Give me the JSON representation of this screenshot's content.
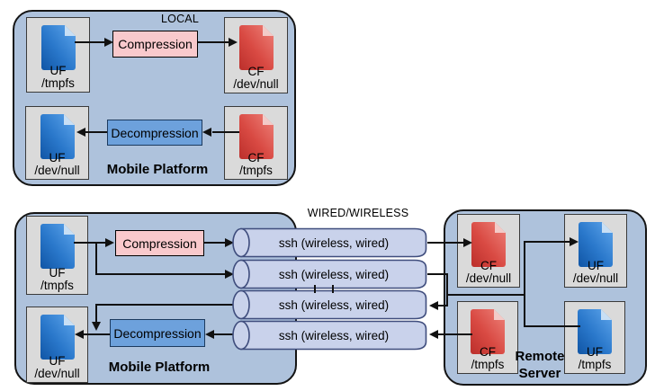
{
  "colors": {
    "container_fill": "#aec2dc",
    "file_box_fill": "#dadada",
    "pipe_fill": "#c9d2eb",
    "pipe_stroke": "#3f4d7d",
    "compression_fill": "#f9c9cc",
    "decompression_fill": "#6da1dc",
    "doc_blue": "#1f6ec2",
    "doc_red": "#cc3a34"
  },
  "local": {
    "title": "LOCAL",
    "platform_label": "Mobile Platform",
    "compression_label": "Compression",
    "decompression_label": "Decompression",
    "files": {
      "uf_tmpfs": {
        "l1": "UF",
        "l2": "/tmpfs"
      },
      "cf_devnull": {
        "l1": "CF",
        "l2": "/dev/null"
      },
      "uf_devnull": {
        "l1": "UF",
        "l2": "/dev/null"
      },
      "cf_tmpfs": {
        "l1": "CF",
        "l2": "/tmpfs"
      }
    }
  },
  "network": {
    "title": "WIRED/WIRELESS",
    "mobile": {
      "platform_label": "Mobile Platform",
      "compression_label": "Compression",
      "decompression_label": "Decompression",
      "files": {
        "uf_tmpfs": {
          "l1": "UF",
          "l2": "/tmpfs"
        },
        "uf_devnull": {
          "l1": "UF",
          "l2": "/dev/null"
        }
      }
    },
    "pipes": [
      {
        "label": "ssh (wireless, wired)"
      },
      {
        "label": "ssh (wireless, wired)"
      },
      {
        "label": "ssh (wireless, wired)"
      },
      {
        "label": "ssh (wireless, wired)"
      }
    ],
    "remote": {
      "label_l1": "Remote",
      "label_l2": "Server",
      "files": {
        "cf_devnull": {
          "l1": "CF",
          "l2": "/dev/null"
        },
        "uf_devnull": {
          "l1": "UF",
          "l2": "/dev/null"
        },
        "cf_tmpfs": {
          "l1": "CF",
          "l2": "/tmpfs"
        },
        "uf_tmpfs": {
          "l1": "UF",
          "l2": "/tmpfs"
        }
      }
    }
  }
}
